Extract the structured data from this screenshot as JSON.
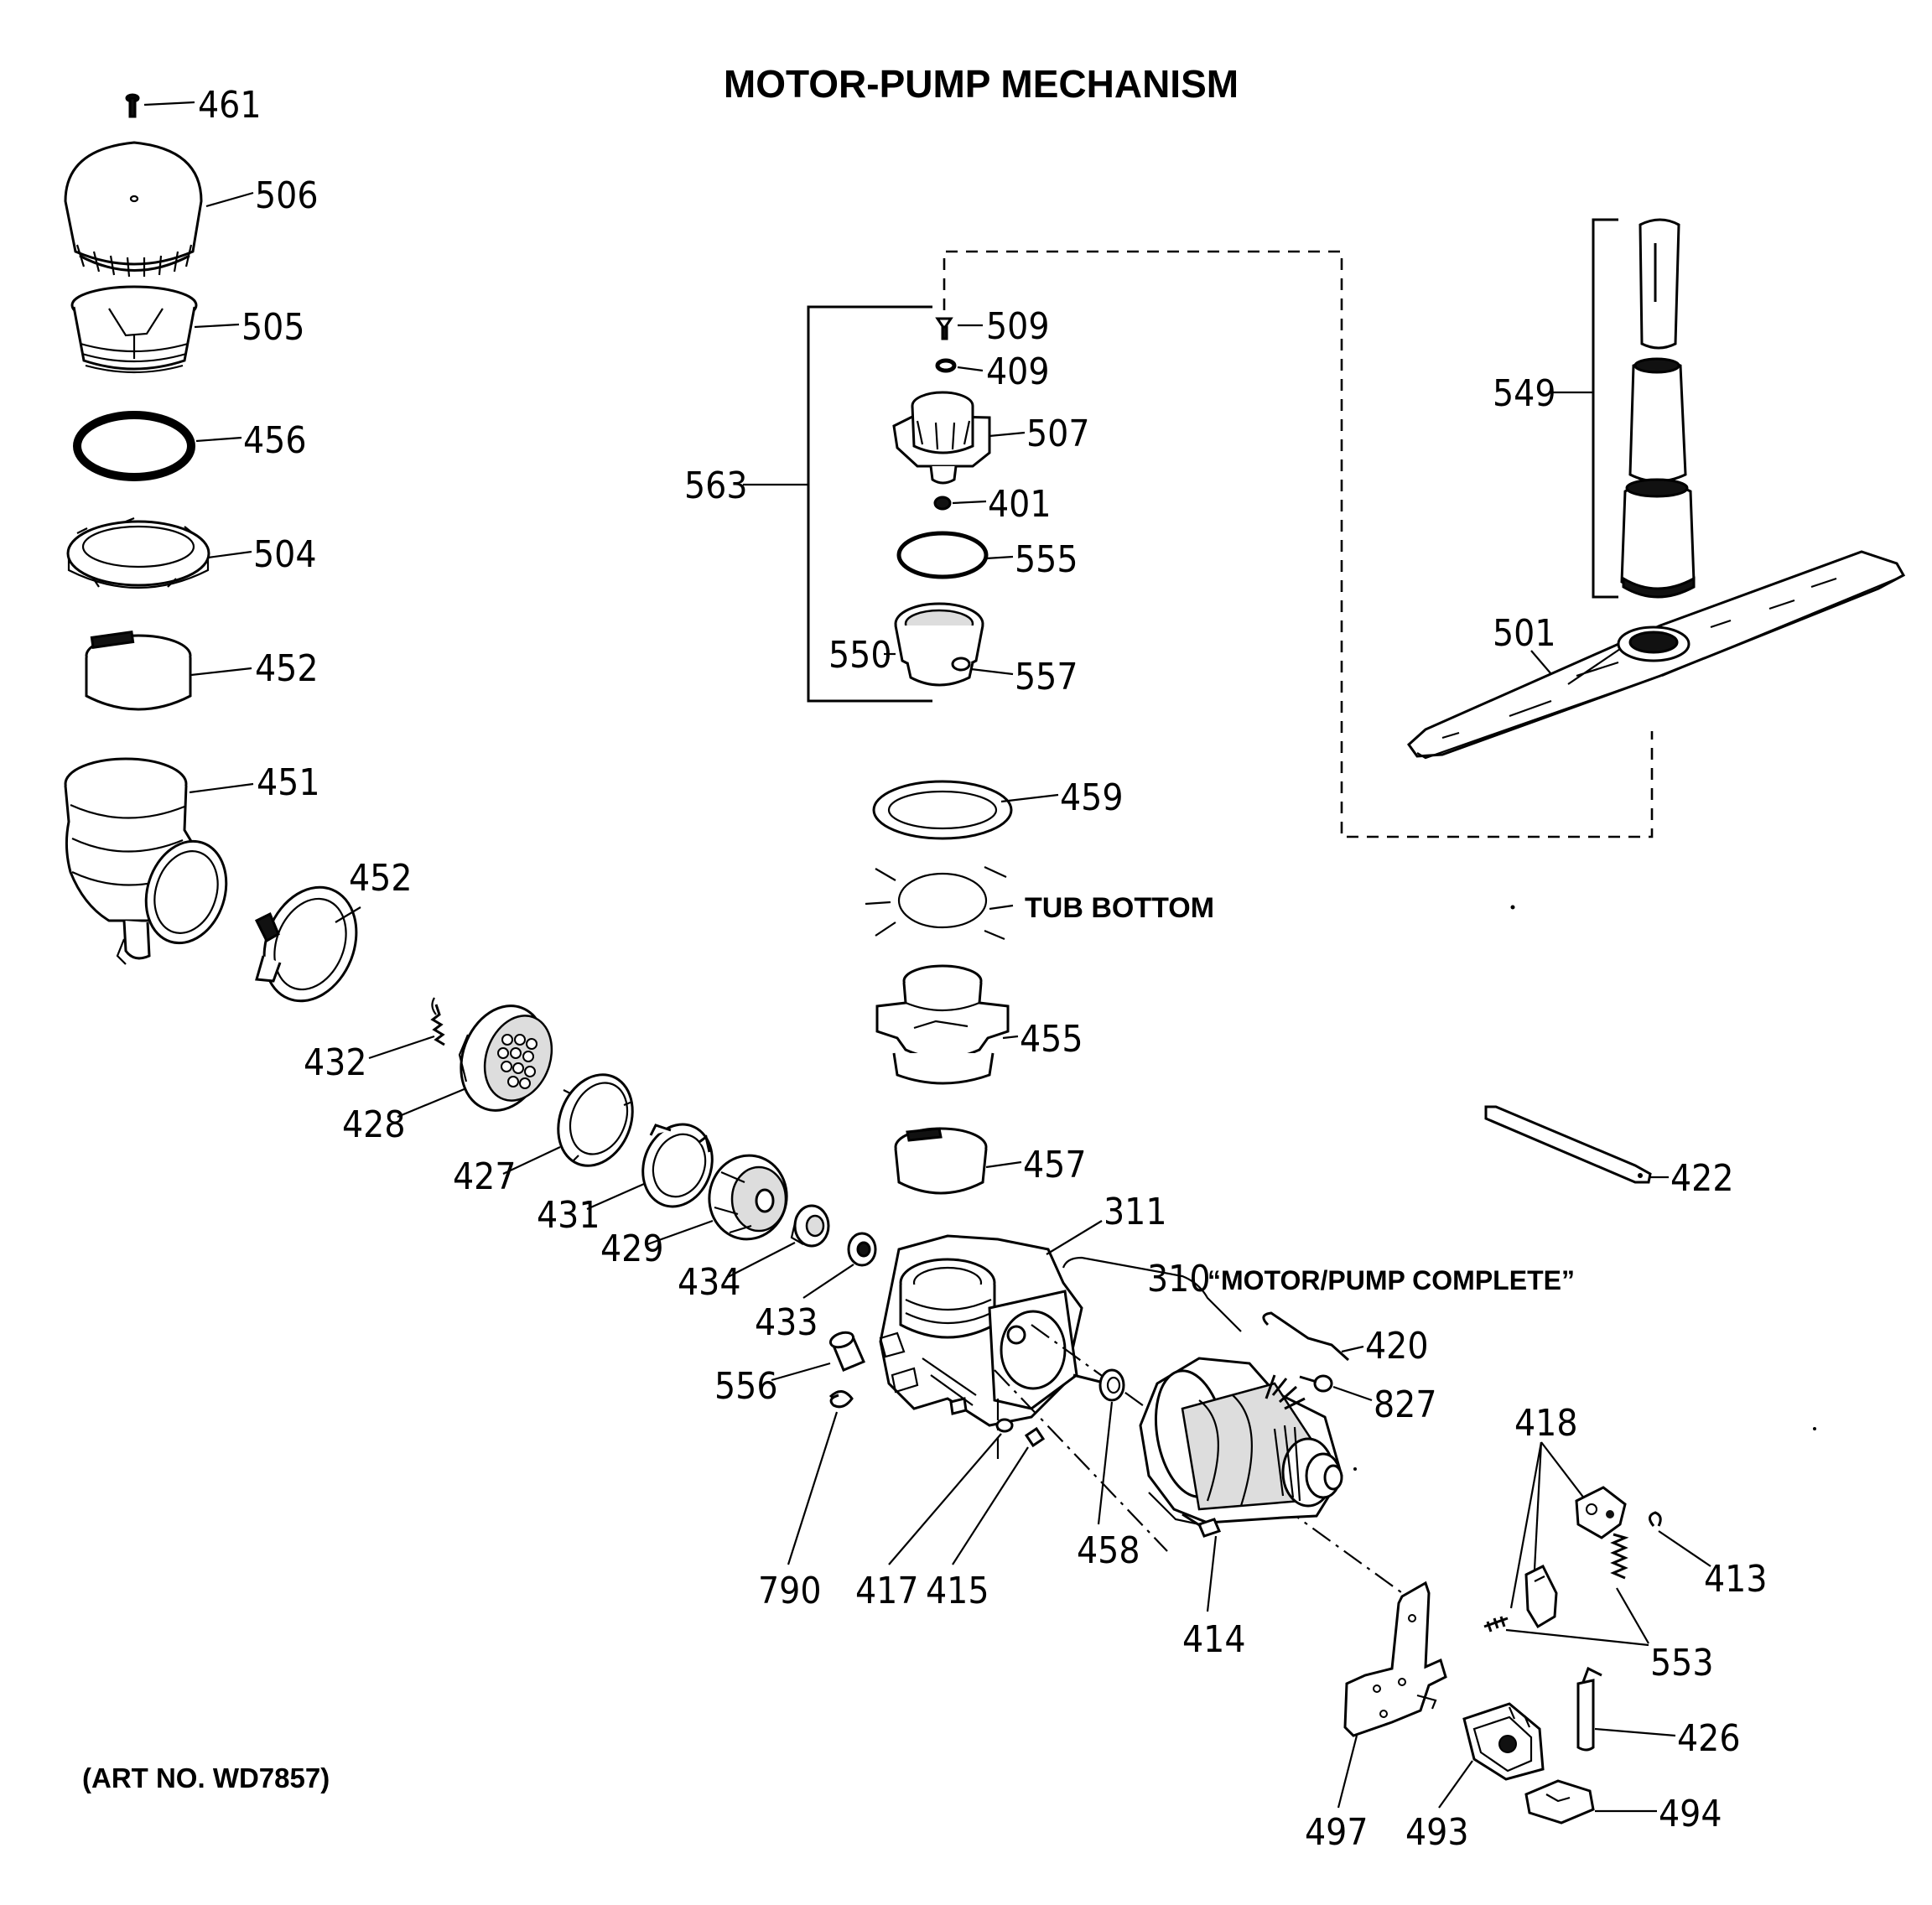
{
  "title": "MOTOR-PUMP MECHANISM",
  "art_number": "(ART NO. WD7857)",
  "tub_bottom_label": "TUB BOTTOM",
  "assembly_label": "“MOTOR/PUMP COMPLETE”",
  "parts": {
    "p461": "461",
    "p506": "506",
    "p505": "505",
    "p456": "456",
    "p504": "504",
    "p452a": "452",
    "p451": "451",
    "p452b": "452",
    "p432": "432",
    "p428": "428",
    "p427": "427",
    "p431": "431",
    "p429": "429",
    "p434": "434",
    "p433": "433",
    "p556": "556",
    "p790": "790",
    "p417": "417",
    "p415": "415",
    "p311": "311",
    "p310": "310",
    "p458": "458",
    "p414": "414",
    "p420": "420",
    "p827": "827",
    "p509": "509",
    "p409": "409",
    "p507": "507",
    "p401": "401",
    "p555": "555",
    "p550": "550",
    "p557": "557",
    "p563": "563",
    "p459": "459",
    "p455": "455",
    "p457": "457",
    "p549": "549",
    "p501": "501",
    "p422": "422",
    "p418": "418",
    "p413": "413",
    "p553": "553",
    "p426": "426",
    "p497": "497",
    "p493": "493",
    "p494": "494"
  }
}
